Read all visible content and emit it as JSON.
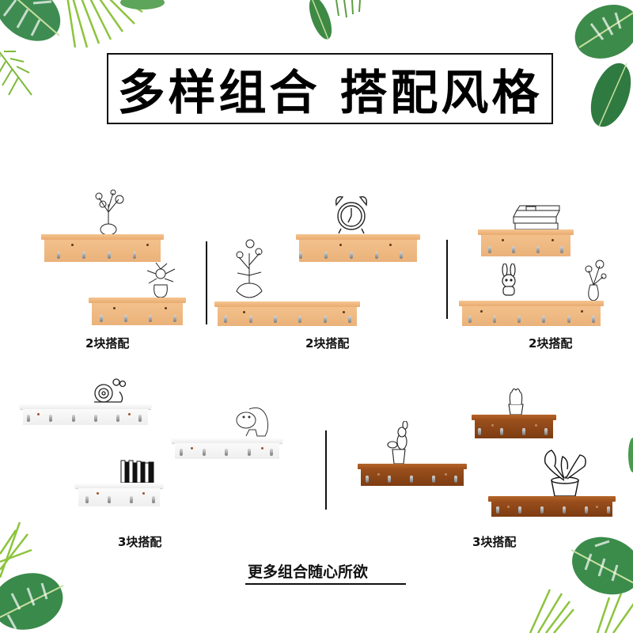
{
  "title": "多样组合 搭配风格",
  "groups": [
    {
      "caption": "2块搭配",
      "finish": "natural wood",
      "decorations": [
        "flower-vase",
        "potted-flower"
      ]
    },
    {
      "caption": "2块搭配",
      "finish": "natural wood",
      "decorations": [
        "alarm-clock",
        "lotus-vase"
      ]
    },
    {
      "caption": "2块搭配",
      "finish": "natural wood",
      "decorations": [
        "book-stack",
        "bunny",
        "flower-vase"
      ]
    },
    {
      "caption": "3块搭配",
      "finish": "white",
      "decorations": [
        "snail",
        "hippo",
        "books"
      ]
    },
    {
      "caption": "3块搭配",
      "finish": "walnut",
      "decorations": [
        "cactus",
        "cactus",
        "potted-plant"
      ]
    }
  ],
  "footer": "更多组合随心所欲",
  "colors": {
    "natural": "#eab27a",
    "white": "#f4f4f4",
    "walnut": "#8a4518",
    "leaf": "#3d8b4a",
    "text": "#111111"
  }
}
